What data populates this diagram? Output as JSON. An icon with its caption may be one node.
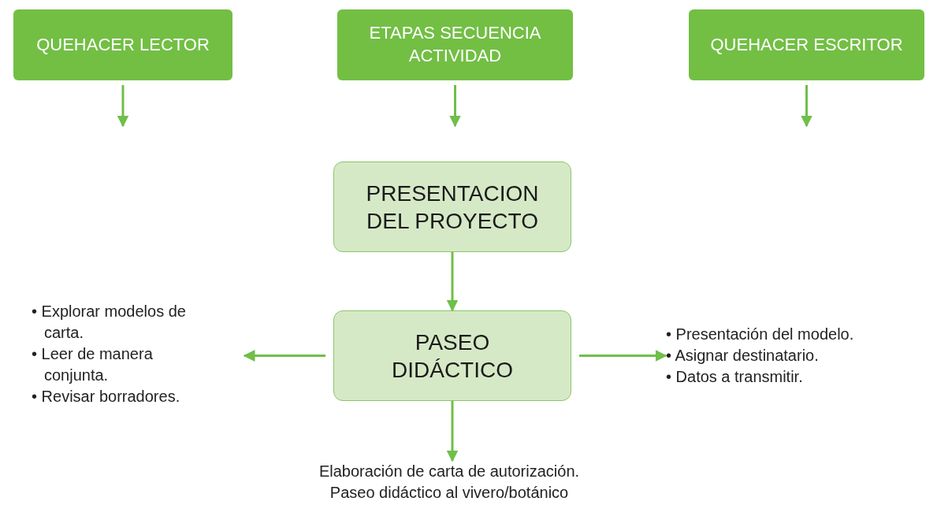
{
  "diagram": {
    "nodes": [
      {
        "text": [
          "QUEHACER LECTOR"
        ]
      },
      {
        "text": [
          "ETAPAS SECUENCIA ACTIVIDAD"
        ]
      },
      {
        "text": [
          "QUEHACER ESCRITOR"
        ]
      },
      {
        "text": [
          "PRESENTACION DEL PROYECTO"
        ]
      },
      {
        "text": [
          "PASEO DIDÁCTICO"
        ]
      },
      {
        "text": [
          "• Explorar modelos de carta.",
          "• Leer de manera conjunta.",
          "• Revisar borradores."
        ]
      },
      {
        "text": [
          "• Presentación del modelo.",
          "• Asignar destinatario.",
          "• Datos a transmitir."
        ]
      },
      {
        "text": [
          "Elaboración de carta de autorización.",
          "Paseo didáctico al vivero/botánico"
        ]
      }
    ],
    "edges": [
      {
        "from": 0,
        "to": null,
        "arrow": "to"
      },
      {
        "from": 1,
        "to": null,
        "arrow": "to"
      },
      {
        "from": 2,
        "to": null,
        "arrow": "to"
      },
      {
        "from": 3,
        "to": 4,
        "arrow": "to"
      },
      {
        "from": 4,
        "to": 5,
        "arrow": "to"
      },
      {
        "from": 4,
        "to": 6,
        "arrow": "to"
      },
      {
        "from": 4,
        "to": 7,
        "arrow": "to"
      }
    ]
  }
}
